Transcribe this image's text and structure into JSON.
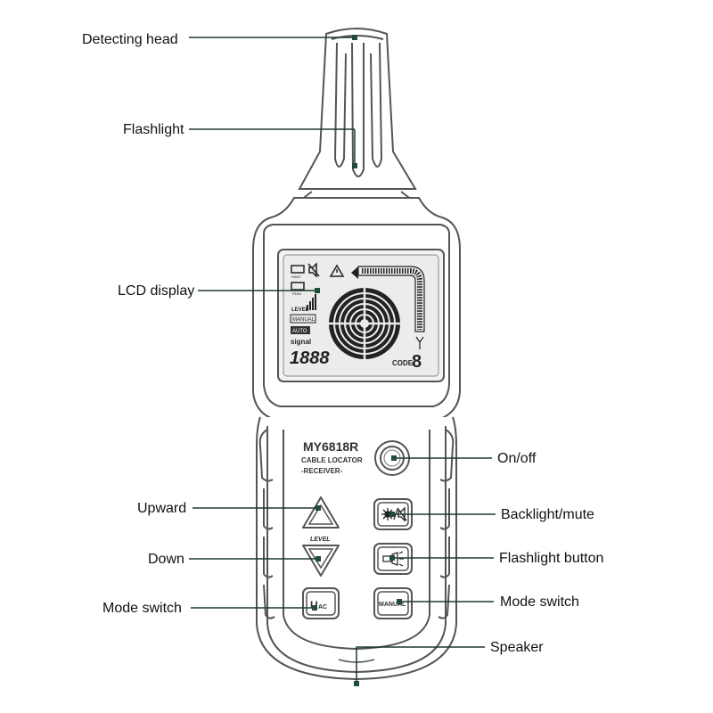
{
  "labels": {
    "detecting_head": "Detecting head",
    "flashlight": "Flashlight",
    "lcd_display": "LCD display",
    "upward": "Upward",
    "down": "Down",
    "mode_switch_left": "Mode switch",
    "on_off": "On/off",
    "backlight_mute": "Backlight/mute",
    "flashlight_button": "Flashlight button",
    "mode_switch_right": "Mode switch",
    "speaker": "Speaker"
  },
  "device": {
    "model": "MY6818R",
    "line2": "CABLE LOCATOR",
    "line3": "-RECEIVER-",
    "level_label": "LEVEL",
    "uac_main": "U",
    "uac_sub": "AC",
    "manual_button": "MANUAL"
  },
  "lcd": {
    "batt_label": "RANT",
    "batt2_label": "TRAN",
    "level_text": "LEVEL",
    "manual_tag": "MANUAL",
    "auto_tag": "AUTO",
    "signal_label": "signal",
    "signal_digits": "1888",
    "code_label": "CODE",
    "code_digit": "8"
  },
  "colors": {
    "leader_line": "#1f3a2c",
    "leader_dot": "#1f4d35",
    "device_outline": "#555555",
    "device_body": "#ffffff",
    "lcd_panel": "#efefef"
  }
}
